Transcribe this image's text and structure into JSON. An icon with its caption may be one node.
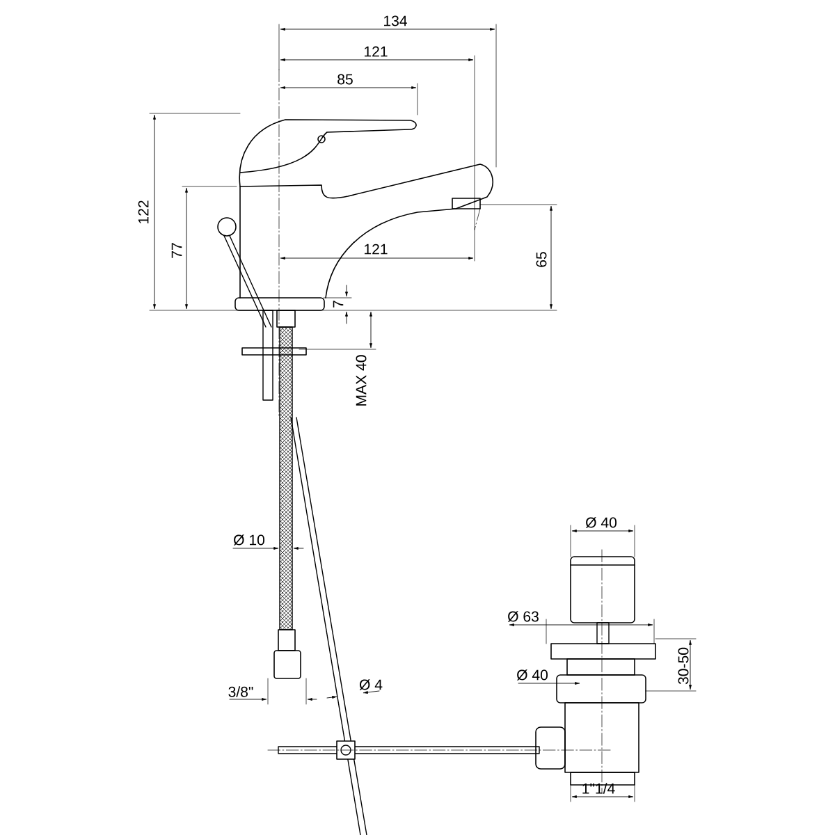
{
  "diagram": {
    "labels": [
      "134",
      "121",
      "85",
      "122",
      "77",
      "121",
      "65",
      "7",
      "MAX 40",
      "Ø 10",
      "3/8\"",
      "Ø 4",
      "Ø 40",
      "Ø 63",
      "Ø 40",
      "30-50",
      "1\"1/4"
    ]
  }
}
